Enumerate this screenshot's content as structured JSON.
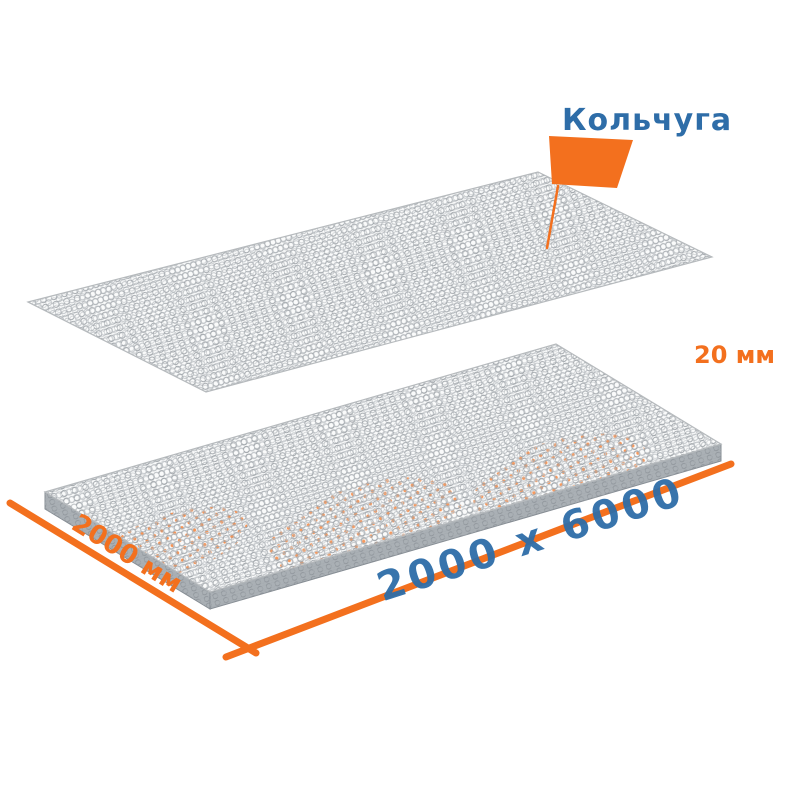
{
  "scene": {
    "description": "Isometric product diagram of two layers of gray chainmail-style mesh sheets with dimension callouts",
    "labels": {
      "product": "Кольчуга",
      "thickness": "20 мм",
      "length": "2000 мм",
      "watermark": "2000 х 6000"
    },
    "colors": {
      "accent_orange": "#F3701E",
      "accent_blue": "#2E6DA8",
      "mesh_gray": "#9AA0A5",
      "background": "#FFFFFF"
    }
  }
}
